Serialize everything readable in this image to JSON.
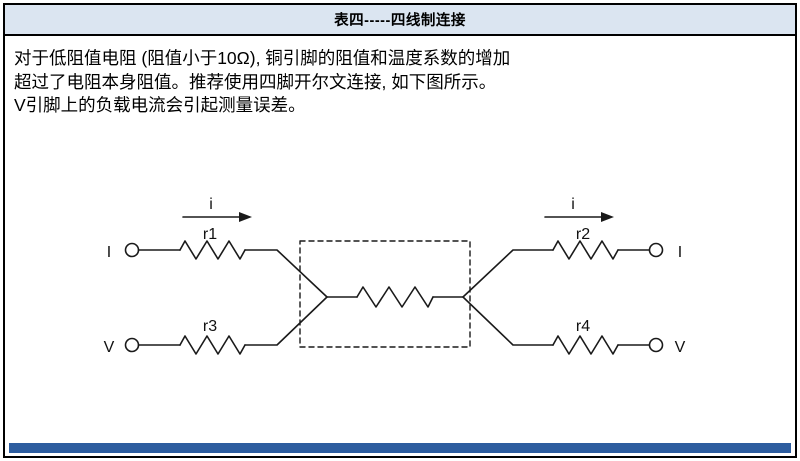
{
  "header": {
    "title": "表四-----四线制连接"
  },
  "description": {
    "lines": [
      "对于低阻值电阻 (阻值小于10Ω), 铜引脚的阻值和温度系数的增加",
      "超过了电阻本身阻值。推荐使用四脚开尔文连接, 如下图所示。",
      "V引脚上的负载电流会引起测量误差。"
    ]
  },
  "circuit": {
    "current_arrows": {
      "left": "i",
      "right": "i"
    },
    "resistors": {
      "r1": "r1",
      "r2": "r2",
      "r3": "r3",
      "r4": "r4"
    },
    "terminals": {
      "left_current": "I",
      "left_voltage": "V",
      "right_current": "I",
      "right_voltage": "V"
    }
  },
  "colors": {
    "header_bg": "#dbe5f1",
    "footer_bar": "#2d5d9f",
    "border": "#000000",
    "wire": "#1a1a1a"
  }
}
